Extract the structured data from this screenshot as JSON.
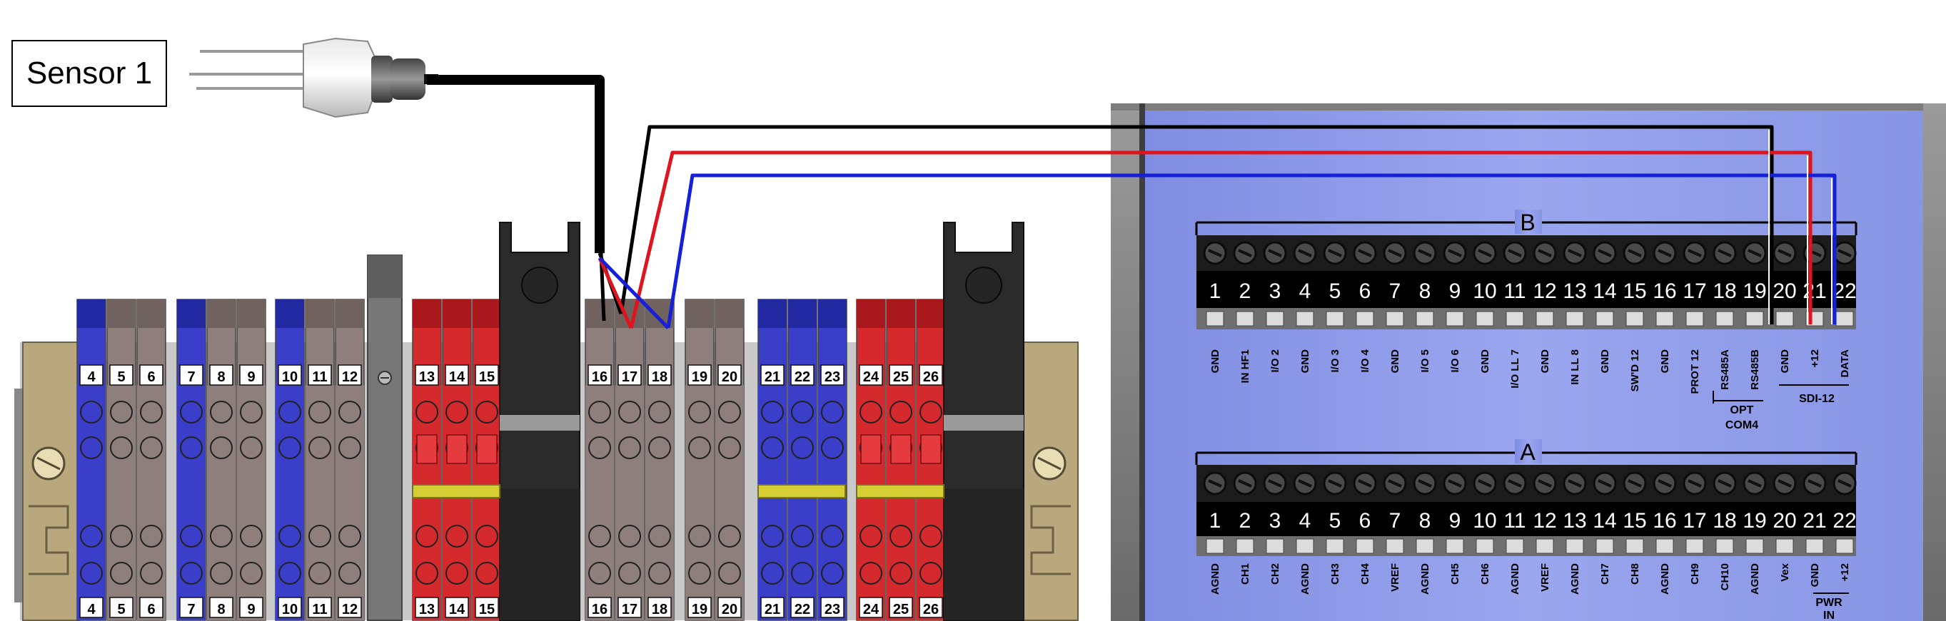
{
  "sensor": {
    "label": "Sensor 1"
  },
  "terminal_strip": {
    "top_labels": [
      "4",
      "5",
      "6",
      "7",
      "8",
      "9",
      "10",
      "11",
      "12",
      "13",
      "14",
      "15",
      "16",
      "17",
      "18",
      "19",
      "20",
      "21",
      "22",
      "23",
      "24",
      "25",
      "26"
    ],
    "bottom_labels": [
      "4",
      "5",
      "6",
      "7",
      "8",
      "9",
      "10",
      "11",
      "12",
      "13",
      "14",
      "15",
      "16",
      "17",
      "18",
      "19",
      "20",
      "21",
      "22",
      "23",
      "24",
      "25",
      "26"
    ],
    "block_colors": {
      "blue": "#3a3ec8",
      "brown": "#8e7f7c",
      "red": "#d42a2e",
      "black": "#2a2a2a",
      "tan": "#b9a87e"
    }
  },
  "panel": {
    "background": "#8d9ae6",
    "row_b": {
      "title": "B",
      "numbers": [
        "1",
        "2",
        "3",
        "4",
        "5",
        "6",
        "7",
        "8",
        "9",
        "10",
        "11",
        "12",
        "13",
        "14",
        "15",
        "16",
        "17",
        "18",
        "19",
        "20",
        "21",
        "22"
      ],
      "labels": [
        "GND",
        "IN HF1",
        "I/O 2",
        "GND",
        "I/O 3",
        "I/O 4",
        "GND",
        "I/O 5",
        "I/O 6",
        "GND",
        "I/O LL 7",
        "GND",
        "IN LL 8",
        "GND",
        "SW'D 12",
        "GND",
        "PROT 12",
        "RS485A",
        "RS485B",
        "GND",
        "+12",
        "DATA"
      ],
      "group_opt": "OPT",
      "group_com4": "COM4",
      "group_sdi": "SDI-12"
    },
    "row_a": {
      "title": "A",
      "numbers": [
        "1",
        "2",
        "3",
        "4",
        "5",
        "6",
        "7",
        "8",
        "9",
        "10",
        "11",
        "12",
        "13",
        "14",
        "15",
        "16",
        "17",
        "18",
        "19",
        "20",
        "21",
        "22"
      ],
      "labels": [
        "AGND",
        "CH1",
        "CH2",
        "AGND",
        "CH3",
        "CH4",
        "VREF",
        "AGND",
        "CH5",
        "CH6",
        "AGND",
        "VREF",
        "AGND",
        "CH7",
        "CH8",
        "AGND",
        "CH9",
        "CH10",
        "AGND",
        "Vex",
        "GND",
        "+12"
      ],
      "group_pwr": "PWR",
      "group_in": "IN"
    }
  },
  "wires": {
    "black": "#000000",
    "red": "#e0141c",
    "blue": "#1620d8"
  }
}
